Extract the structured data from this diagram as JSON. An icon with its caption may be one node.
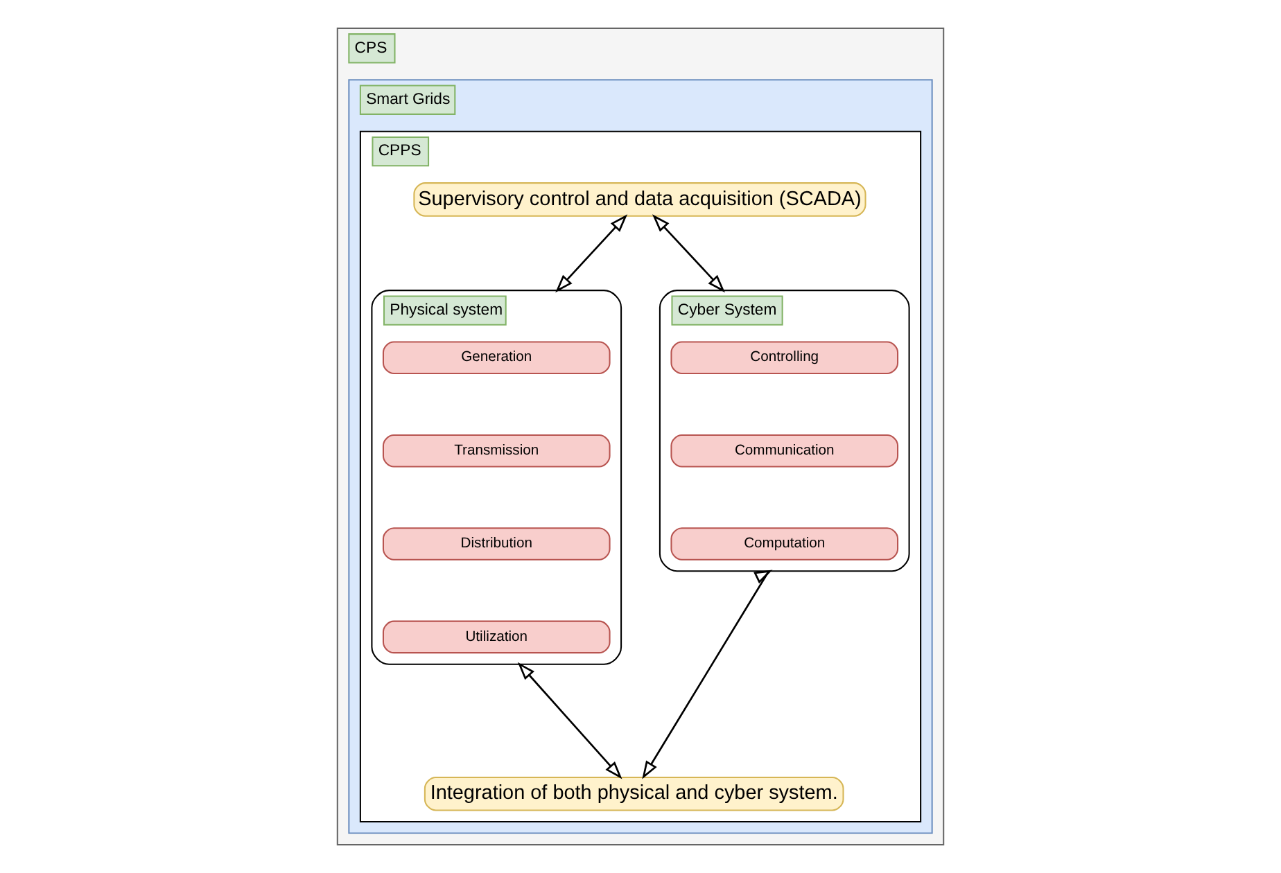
{
  "diagram": {
    "nodes": [
      {
        "text": [
          "CPS"
        ]
      },
      {
        "text": [
          "Smart Grids"
        ],
        "in": 0
      },
      {
        "text": [
          "CPPS"
        ],
        "in": 1
      },
      {
        "text": [
          "Supervisory control and data acquisition (SCADA)"
        ],
        "in": 2
      },
      {
        "text": [
          "Physical system"
        ],
        "in": 2
      },
      {
        "text": [
          "Generation"
        ],
        "in": 4
      },
      {
        "text": [
          "Transmission"
        ],
        "in": 4
      },
      {
        "text": [
          "Distribution"
        ],
        "in": 4
      },
      {
        "text": [
          "Utilization"
        ],
        "in": 4
      },
      {
        "text": [
          "Cyber System"
        ],
        "in": 2
      },
      {
        "text": [
          "Controlling"
        ],
        "in": 9
      },
      {
        "text": [
          "Communication"
        ],
        "in": 9
      },
      {
        "text": [
          "Computation"
        ],
        "in": 9
      },
      {
        "text": [
          "Integration of both physical and cyber system."
        ],
        "in": 2
      }
    ],
    "edges": [
      {
        "from": 3,
        "to": 4,
        "arrow": "both"
      },
      {
        "from": 3,
        "to": 9,
        "arrow": "both"
      },
      {
        "from": 4,
        "to": 13,
        "arrow": "both"
      },
      {
        "from": 9,
        "to": 13,
        "arrow": "both"
      }
    ]
  }
}
